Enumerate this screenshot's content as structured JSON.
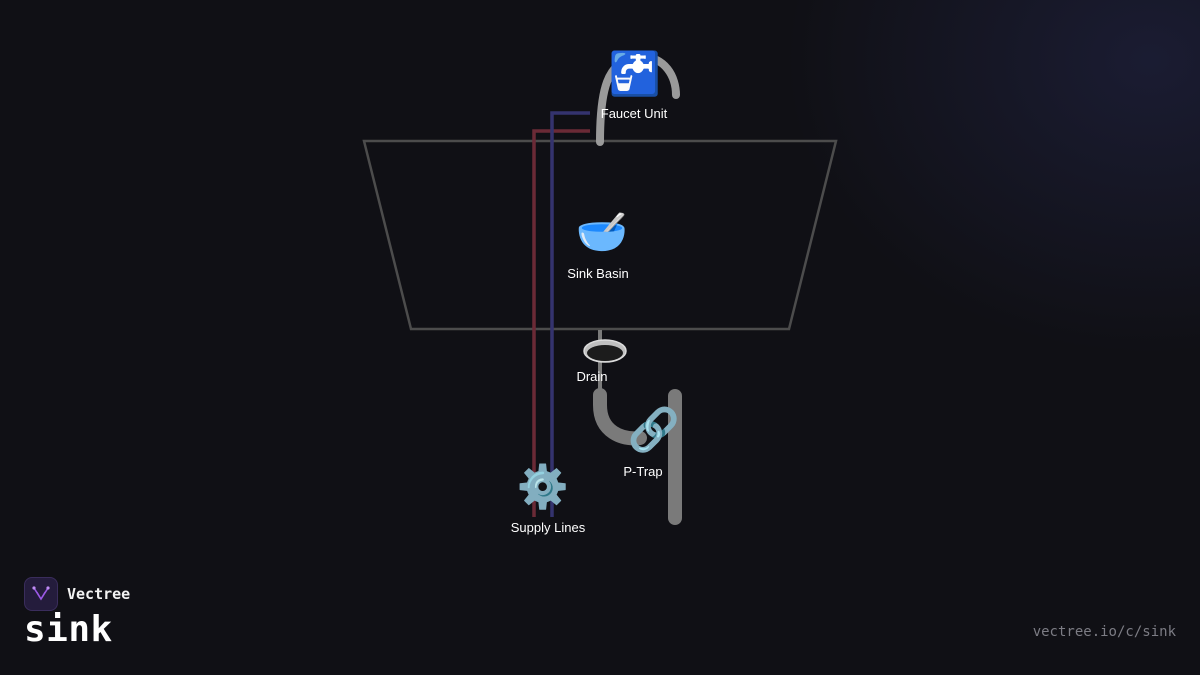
{
  "brand": {
    "name": "Vectree",
    "logo_icon": "vectree-logo-icon",
    "accent_color": "#9b59e6"
  },
  "page": {
    "name": "sink",
    "url": "vectree.io/c/sink"
  },
  "diagram": {
    "nodes": {
      "faucet": {
        "label": "Faucet Unit",
        "icon": "potable-water-icon",
        "glyph": "🚰"
      },
      "basin": {
        "label": "Sink Basin",
        "icon": "bowl-with-spoon-icon",
        "glyph": "🥣"
      },
      "drain": {
        "label": "Drain",
        "icon": "drain-hole-icon"
      },
      "ptrap": {
        "label": "P-Trap",
        "icon": "link-icon",
        "glyph": "🔗"
      },
      "supply": {
        "label": "Supply Lines",
        "icon": "gear-icon",
        "glyph": "⚙️"
      }
    },
    "colors": {
      "hot_line": "#6b2a36",
      "cold_line": "#34336e",
      "pipe": "#8a8a8a",
      "basin_outline": "#4c4c4c"
    }
  }
}
